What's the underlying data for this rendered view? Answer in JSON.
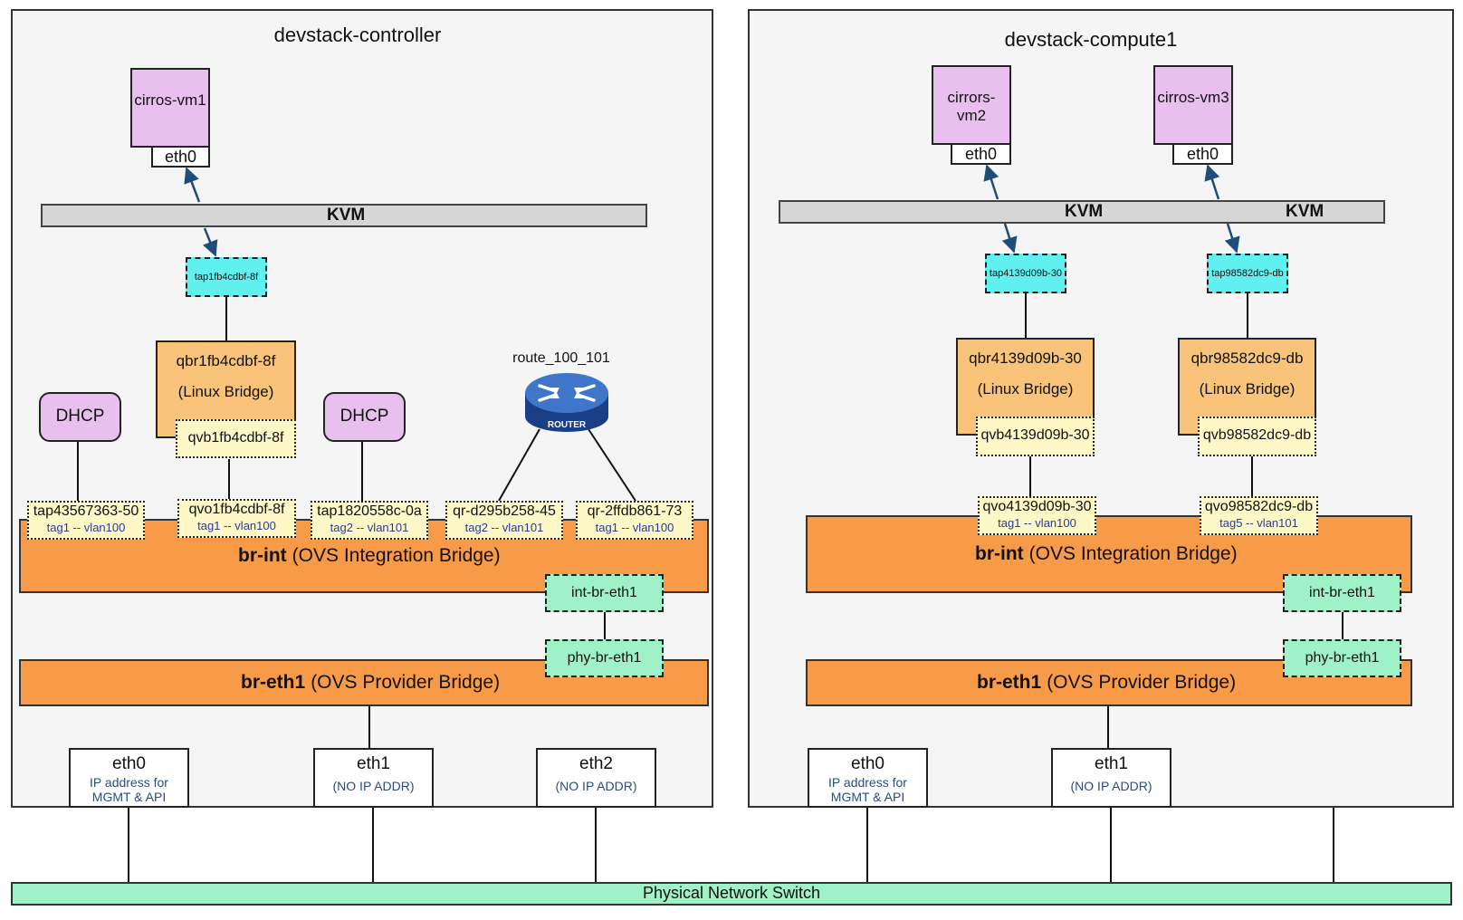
{
  "controller": {
    "title": "devstack-controller",
    "vm1": {
      "name": "cirros-vm1",
      "iface": "eth0"
    },
    "kvm": "KVM",
    "tap": "tap1fb4cdbf-8f",
    "qbr": {
      "name": "qbr1fb4cdbf-8f",
      "desc": "(Linux Bridge)",
      "qvb": "qvb1fb4cdbf-8f"
    },
    "dhcp1": "DHCP",
    "dhcp2": "DHCP",
    "router": {
      "label": "route_100_101",
      "icon_text": "ROUTER"
    },
    "ports": [
      {
        "name": "tap43567363-50",
        "tag": "tag1 -- vlan100"
      },
      {
        "name": "qvo1fb4cdbf-8f",
        "tag": "tag1 -- vlan100"
      },
      {
        "name": "tap1820558c-0a",
        "tag": "tag2 -- vlan101"
      },
      {
        "name": "qr-d295b258-45",
        "tag": "tag2 -- vlan101"
      },
      {
        "name": "qr-2ffdb861-73",
        "tag": "tag1 -- vlan100"
      }
    ],
    "br_int": {
      "bold": "br-int",
      "rest": "(OVS Integration Bridge)"
    },
    "int_br": "int-br-eth1",
    "phy_br": "phy-br-eth1",
    "br_eth1": {
      "bold": "br-eth1",
      "rest": "(OVS Provider Bridge)"
    },
    "nics": [
      {
        "name": "eth0",
        "desc": "IP address for MGMT & API"
      },
      {
        "name": "eth1",
        "desc": "(NO IP ADDR)"
      },
      {
        "name": "eth2",
        "desc": "(NO IP ADDR)"
      }
    ]
  },
  "compute": {
    "title": "devstack-compute1",
    "vm2": {
      "name": "cirrors-vm2",
      "iface": "eth0"
    },
    "vm3": {
      "name": "cirros-vm3",
      "iface": "eth0"
    },
    "kvm1": "KVM",
    "kvm2": "KVM",
    "tap1": "tap4139d09b-30",
    "tap2": "tap98582dc9-db",
    "qbr1": {
      "name": "qbr4139d09b-30",
      "desc": "(Linux Bridge)",
      "qvb": "qvb4139d09b-30"
    },
    "qbr2": {
      "name": "qbr98582dc9-db",
      "desc": "(Linux Bridge)",
      "qvb": "qvb98582dc9-db"
    },
    "ports": [
      {
        "name": "qvo4139d09b-30",
        "tag": "tag1 -- vlan100"
      },
      {
        "name": "qvo98582dc9-db",
        "tag": "tag5 -- vlan101"
      }
    ],
    "br_int": {
      "bold": "br-int",
      "rest": "(OVS Integration Bridge)"
    },
    "int_br": "int-br-eth1",
    "phy_br": "phy-br-eth1",
    "br_eth1": {
      "bold": "br-eth1",
      "rest": "(OVS Provider Bridge)"
    },
    "nics": [
      {
        "name": "eth0",
        "desc": "IP address for MGMT & API"
      },
      {
        "name": "eth1",
        "desc": "(NO IP ADDR)"
      }
    ]
  },
  "switch": "Physical Network Switch",
  "colors": {
    "vm": "#e9bff0",
    "tap": "#5ff0ef",
    "linux_bridge": "#f9c47a",
    "ovs_bridge": "#f89b48",
    "patch": "#9ff2c7",
    "router": "#2f5fb3"
  }
}
